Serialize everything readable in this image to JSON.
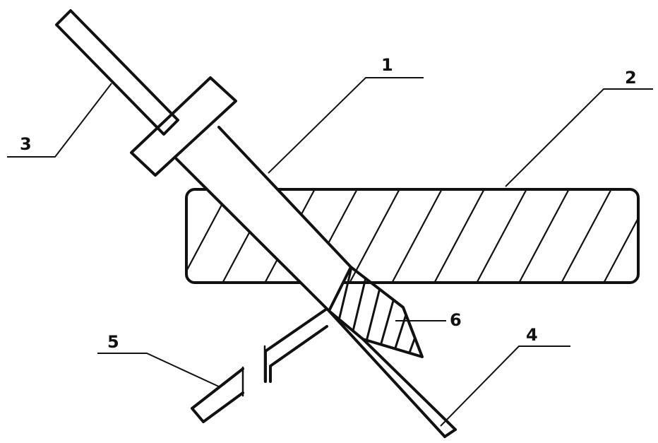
{
  "labels": {
    "l1": "1",
    "l2": "2",
    "l3": "3",
    "l4": "4",
    "l5": "5",
    "l6": "6"
  },
  "colors": {
    "ink": "#111111",
    "paper": "#ffffff"
  }
}
